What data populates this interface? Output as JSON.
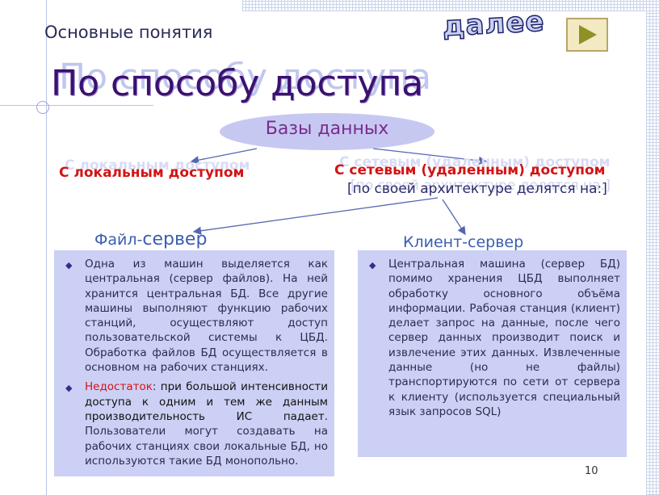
{
  "header": {
    "subtitle": "Основные понятия",
    "title": "По способу доступа",
    "next_label": "далее"
  },
  "diagram": {
    "center": "Базы данных",
    "local": "С локальным доступом",
    "network": "С сетевым (удаленным) доступом",
    "architecture_note": "[по своей архитектуре делятся на:]",
    "file_server_part1": "Файл-",
    "file_server_part2": "сервер",
    "client_server": "Клиент-сервер"
  },
  "left_box": {
    "item1": "Одна из машин выделяется как центральная (сервер файлов). На ней хранится центральная БД. Все другие машины выполняют функцию рабочих станций, осуществляют доступ пользовательской системы к ЦБД. Обработка файлов БД осуществляется в основном на рабочих станциях.",
    "item2_red": "Недостаток",
    "item2_colon": ": ",
    "item2_dark": "при большой интенсивности доступа к одним и тем же данным производительность ИС падает",
    "item2_rest": ". Пользователи могут создавать на рабочих станциях свои локальные БД, но используются такие БД монопольно."
  },
  "right_box": {
    "item1": "Центральная машина (сервер БД) помимо хранения ЦБД выполняет обработку основного объёма информации. Рабочая станция (клиент) делает запрос на данные, после чего сервер данных производит поиск и извлечение этих данных. Извлеченные данные (но не файлы) транспортируются по сети от сервера к клиенту (используется специальный язык запросов SQL)"
  },
  "page_number": "10",
  "icons": {
    "bullet": "diamond-bullet-icon",
    "next": "play-arrow-icon"
  },
  "colors": {
    "title": "#3a1070",
    "red": "#d21414",
    "box": "#ccd0f4",
    "ellipse": "#c6c8f2",
    "label_blue": "#3b5eb0"
  }
}
